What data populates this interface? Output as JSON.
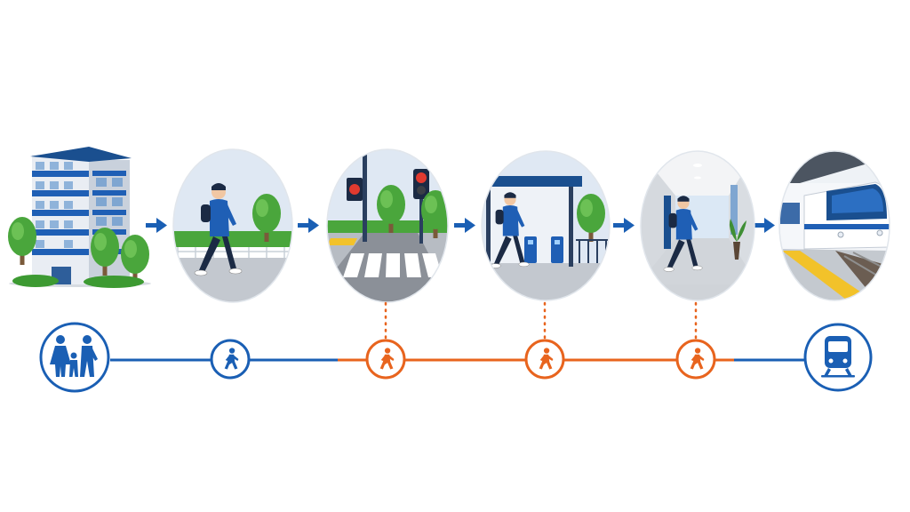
{
  "colors": {
    "blue": "#1a5fb4",
    "orange": "#e8641e",
    "sky": "#dfe8f3",
    "green": "#4aa63c",
    "ground": "#b9bec6",
    "yellow": "#f2c22a"
  },
  "steps": [
    {
      "scene": "apartment-building",
      "icon": "family-icon",
      "color": "blue"
    },
    {
      "scene": "sidewalk-walk",
      "icon": "walking-person-icon",
      "color": "blue"
    },
    {
      "scene": "crosswalk-signal",
      "icon": "walking-person-icon",
      "color": "orange"
    },
    {
      "scene": "station-gate",
      "icon": "walking-person-icon",
      "color": "orange"
    },
    {
      "scene": "station-corridor",
      "icon": "walking-person-icon",
      "color": "orange"
    },
    {
      "scene": "train-platform",
      "icon": "train-icon",
      "color": "blue"
    }
  ]
}
